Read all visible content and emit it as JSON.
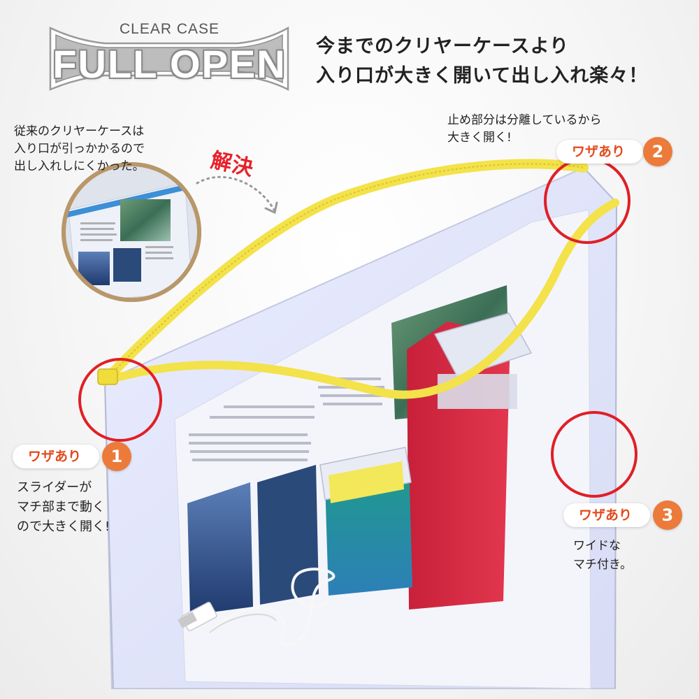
{
  "logo": {
    "small": "CLEAR CASE",
    "big": "FULL OPEN"
  },
  "headline": {
    "line1": "今までのクリヤーケースより",
    "line2": "入り口が大きく開いて出し入れ楽々！"
  },
  "inset_caption": {
    "line1": "従来のクリヤーケースは",
    "line2": "入り口が引っかかるので",
    "line3": "出し入れしにくかった。"
  },
  "solve_label": "解決",
  "point2_caption": {
    "line1": "止め部分は分離しているから",
    "line2": "大きく開く!"
  },
  "badges": [
    {
      "label": "ワザあり",
      "number": "1"
    },
    {
      "label": "ワザあり",
      "number": "2"
    },
    {
      "label": "ワザあり",
      "number": "3"
    }
  ],
  "point1_caption": {
    "line1": "スライダーが",
    "line2": "マチ部まで動く",
    "line3": "ので大きく開く!"
  },
  "point3_caption": {
    "line1": "ワイドな",
    "line2": "マチ付き。"
  },
  "colors": {
    "zipper": "#f3e24a",
    "circle_highlight": "#e01f26",
    "badge_text": "#e24a1c",
    "badge_number": "#ec7a3a",
    "solve_text": "#e8202a",
    "inset_zipper": "#3d8fd6"
  }
}
